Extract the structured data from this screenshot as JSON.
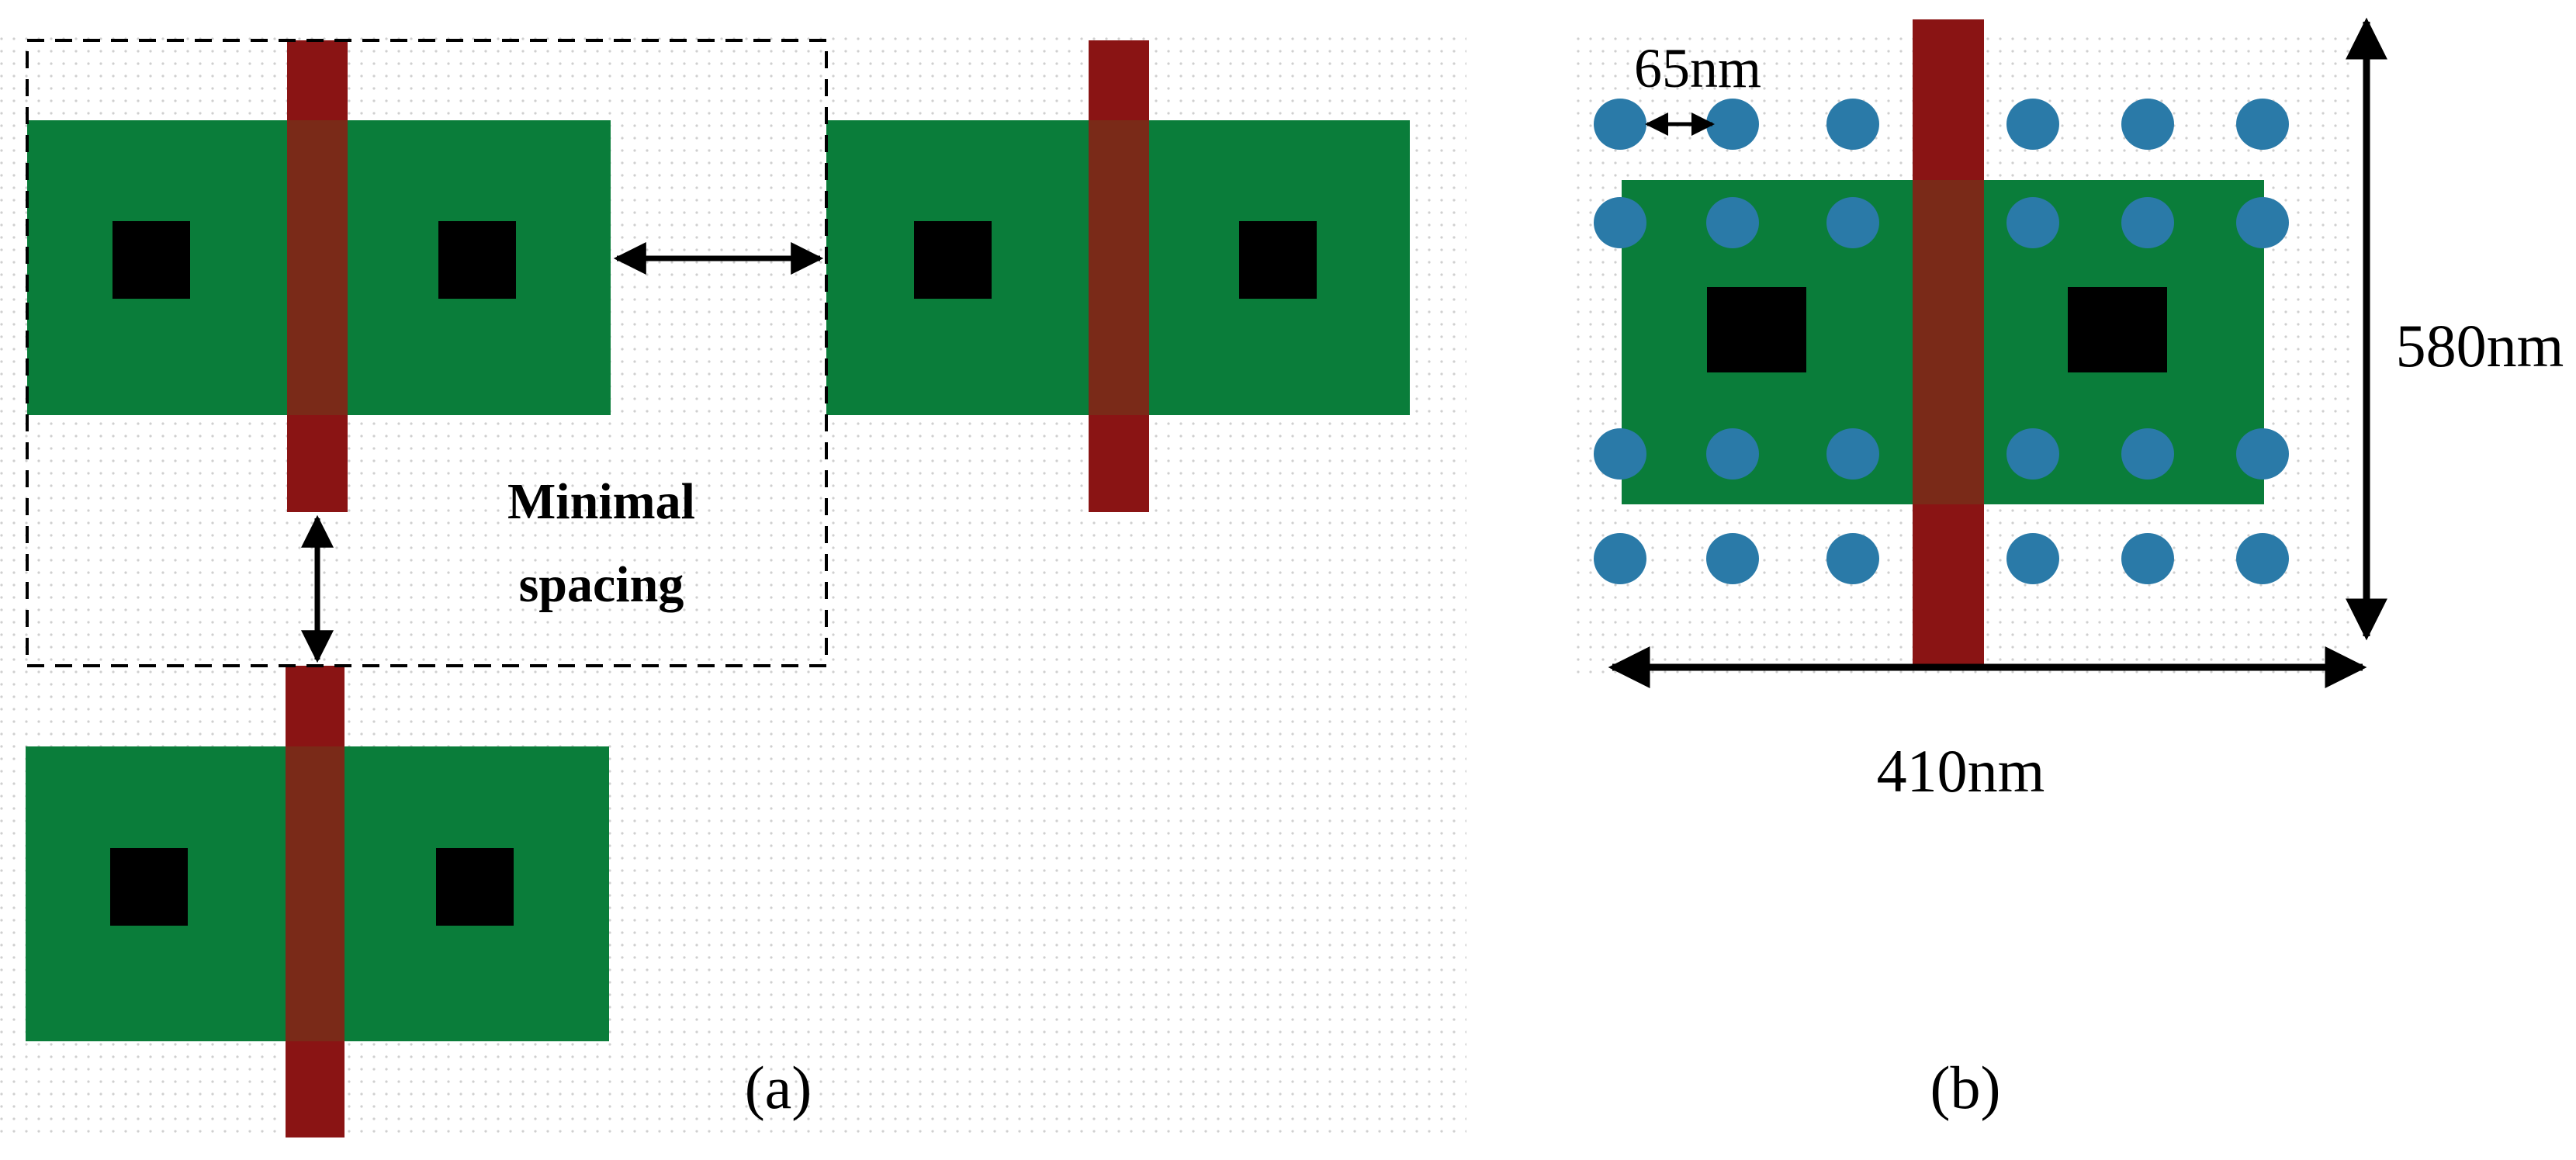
{
  "panel_a": {
    "caption": "(a)",
    "spacing_label_line1": "Minimal",
    "spacing_label_line2": "spacing"
  },
  "panel_b": {
    "caption": "(b)",
    "dot_pitch_label": "65nm",
    "height_label": "580nm",
    "width_label": "410nm"
  },
  "colors": {
    "active_green": "#0a7d3a",
    "gate_red": "#8a1414",
    "gate_overlap": "#7a2a18",
    "contact_black": "#000000",
    "dot_blue": "#2a7aa8",
    "grid_dot": "#c8c8c8"
  }
}
